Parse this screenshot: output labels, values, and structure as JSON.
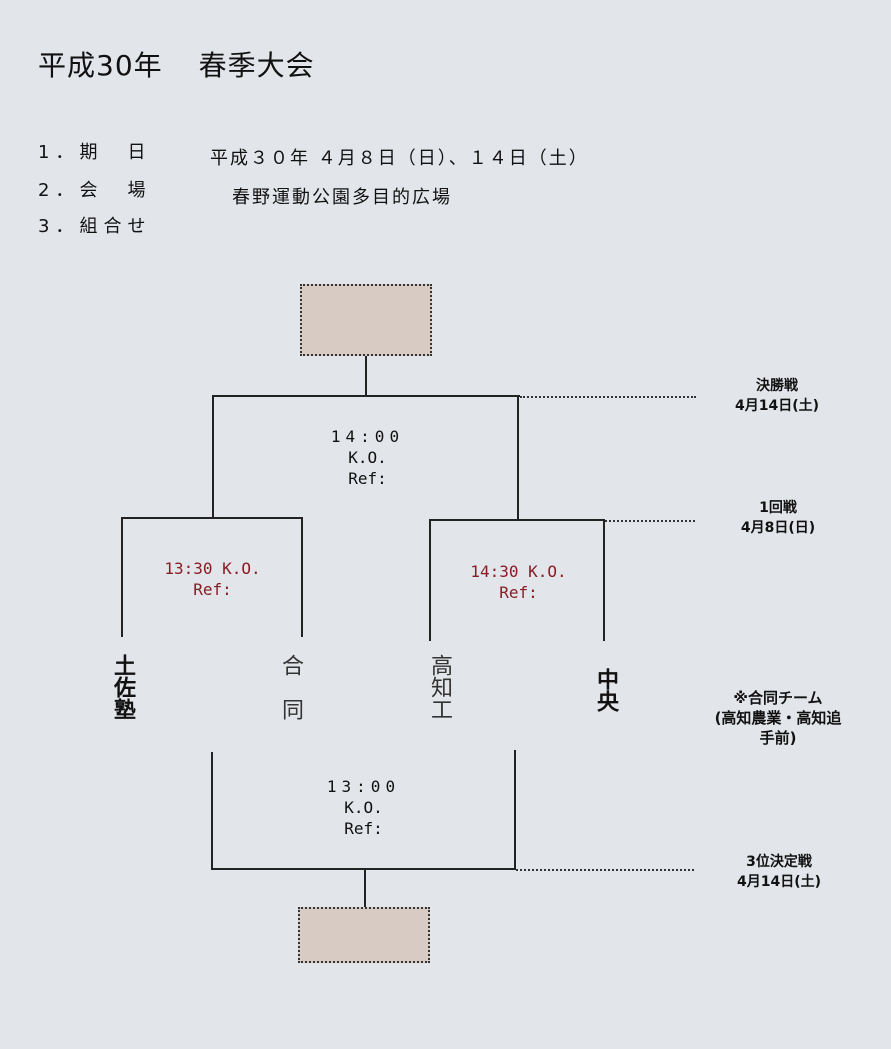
{
  "title": {
    "year": "平成30年",
    "event": "春季大会"
  },
  "info": [
    {
      "label": "1．期　日",
      "value": "平成３０年 ４月８日（日）、１４日（土）"
    },
    {
      "label": "2．会　場",
      "value": "春野運動公園多目的広場"
    },
    {
      "label": "3．組合せ",
      "value": ""
    }
  ],
  "final": {
    "time": "14:00",
    "ko": "K.O.",
    "ref": "Ref:"
  },
  "semi_left": {
    "line": "13:30 K.O.",
    "ref": "Ref:"
  },
  "semi_right": {
    "line": "14:30 K.O.",
    "ref": "Ref:"
  },
  "third": {
    "time": "13:00",
    "ko": "K.O.",
    "ref": "Ref:"
  },
  "teams": [
    "土佐塾",
    "合同",
    "高知工",
    "中央"
  ],
  "side_labels": {
    "final": {
      "line1": "決勝戦",
      "line2": "4月14日(土)"
    },
    "round1": {
      "line1": "1回戦",
      "line2": "4月8日(日)"
    },
    "note": {
      "line1": "※合同チーム",
      "line2": "(高知農業・高知追",
      "line3": "手前)"
    },
    "third": {
      "line1": "3位決定戦",
      "line2": "4月14日(土)"
    }
  },
  "colors": {
    "red_text": "#8a1c24",
    "box_fill": "#d8cbc4",
    "paper": "#e2e5ea"
  }
}
